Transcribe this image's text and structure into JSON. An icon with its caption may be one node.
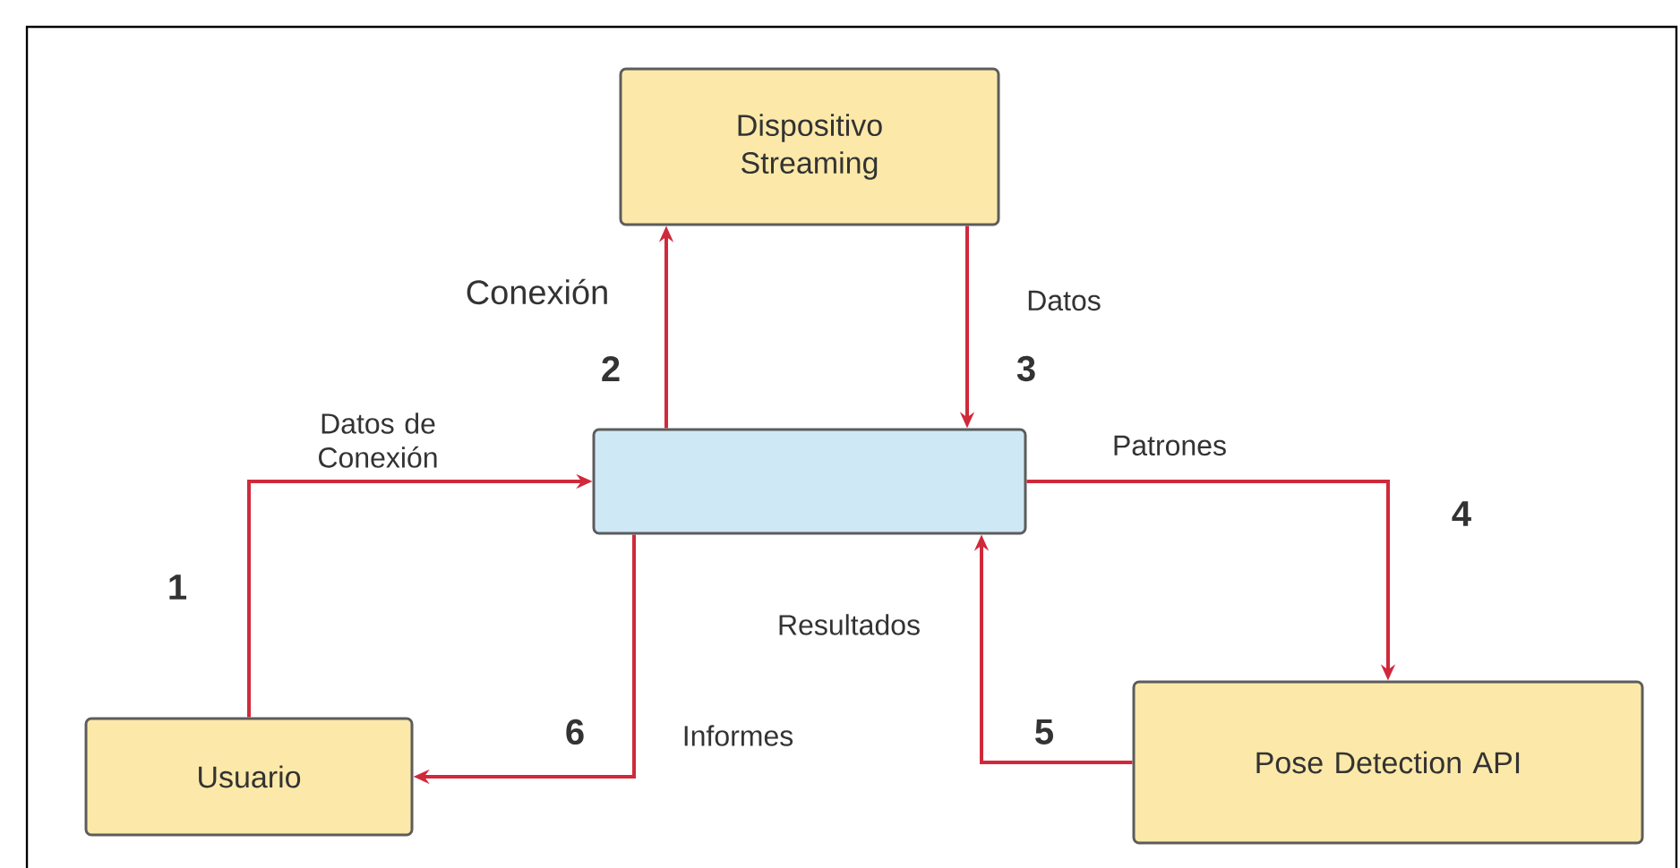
{
  "diagram": {
    "nodes": [
      {
        "text": [
          "Dispositivo Streaming"
        ]
      },
      {
        "text": [],
        "shape": "box"
      },
      {
        "text": [
          "Usuario"
        ]
      },
      {
        "text": [
          "Pose Detection API"
        ]
      }
    ],
    "edges": [
      {
        "from": 2,
        "to": 1,
        "arrow": "to",
        "label": "Datos de Conexión"
      },
      {
        "from": 1,
        "to": 0,
        "arrow": "to",
        "label": "Conexión"
      },
      {
        "from": 0,
        "to": 1,
        "arrow": "to",
        "label": "Datos"
      },
      {
        "from": 1,
        "to": 3,
        "arrow": "to",
        "label": "Patrones"
      },
      {
        "from": 3,
        "to": 1,
        "arrow": "to",
        "label": "Resultados"
      },
      {
        "from": 1,
        "to": 2,
        "arrow": "to",
        "label": "Informes"
      }
    ],
    "labels": [
      "2",
      "3",
      "1",
      "4",
      "5",
      "6"
    ]
  }
}
